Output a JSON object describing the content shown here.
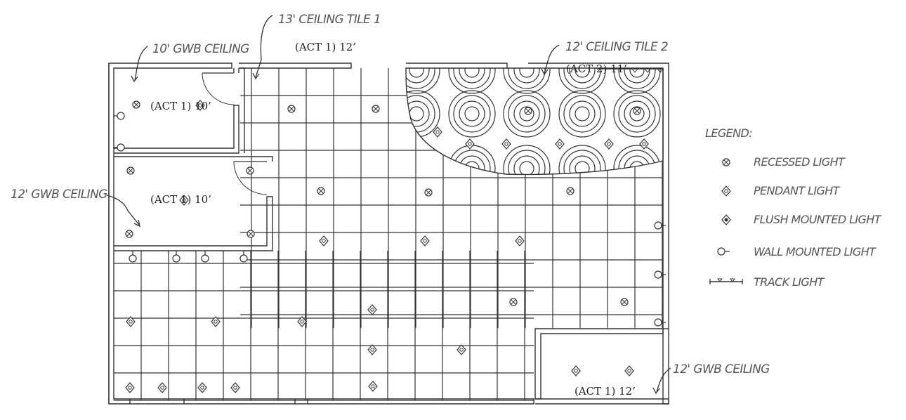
{
  "labels": {
    "ceiling_tile_1": "13' CEILING TILE 1",
    "ceiling_tile_2": "12' CEILING TILE 2",
    "gwb_10": "10' GWB CEILING",
    "gwb_12_left": "12' GWB CEILING",
    "gwb_12_right": "12' GWB CEILING"
  },
  "room_tags": {
    "act_top": "(ACT 1) 12’",
    "act_tile2": "(ACT 2) 11’",
    "act_room1": "(ACT 1) 10’",
    "act_room2": "(ACT 1) 10’",
    "act_bottom_right": "(ACT 1) 12’"
  },
  "legend": {
    "title": "LEGEND:",
    "items": [
      {
        "icon": "recessed-light",
        "label": "RECESSED LIGHT"
      },
      {
        "icon": "pendant-light",
        "label": "PENDANT LIGHT"
      },
      {
        "icon": "flush-mounted-light",
        "label": "FLUSH MOUNTED LIGHT"
      },
      {
        "icon": "wall-mounted-light",
        "label": "WALL MOUNTED LIGHT"
      },
      {
        "icon": "track-light",
        "label": "TRACK LIGHT"
      }
    ]
  },
  "colors": {
    "line": "#333333",
    "annotation": "#555555"
  }
}
